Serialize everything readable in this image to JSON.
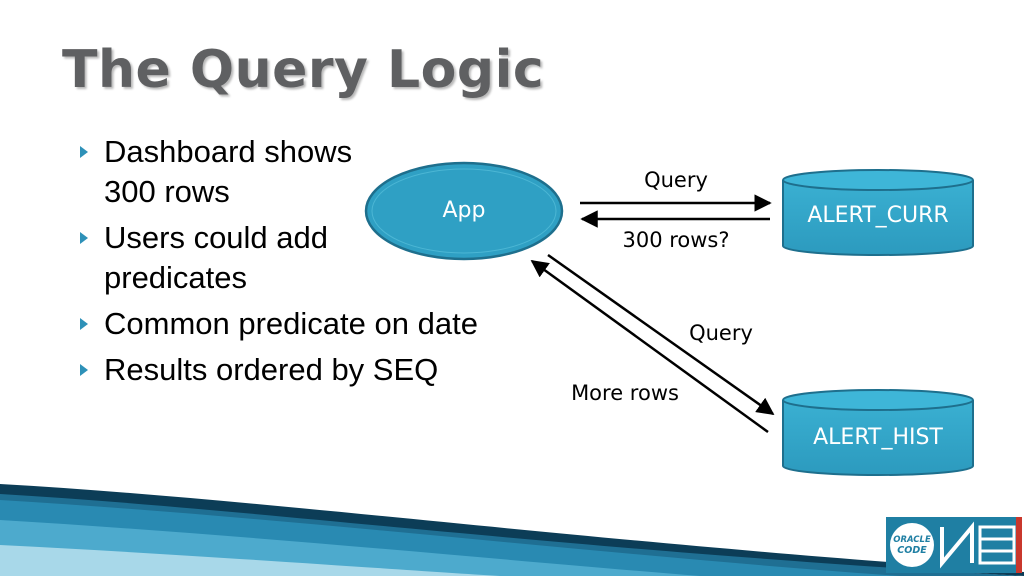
{
  "slide": {
    "title": "The Query Logic",
    "bullets": [
      {
        "text": "Dashboard shows\n300 rows"
      },
      {
        "text": "Users could add\npredicates"
      },
      {
        "text": "Common predicate on date"
      },
      {
        "text": "Results ordered by SEQ"
      }
    ]
  },
  "diagram": {
    "app_label": "App",
    "db_curr_label": "ALERT_CURR",
    "db_hist_label": "ALERT_HIST",
    "query_curr_label": "Query",
    "rows_curr_label": "300 rows?",
    "query_hist_label": "Query",
    "rows_hist_label": "More rows"
  },
  "logo": {
    "text_top": "ORACLE",
    "text_bottom": "CODE"
  },
  "colors": {
    "accent_blue": "#2e91b8",
    "shape_fill": "#31a3c6",
    "shape_stroke": "#1b7a9c",
    "title_gray": "#5f6062"
  }
}
